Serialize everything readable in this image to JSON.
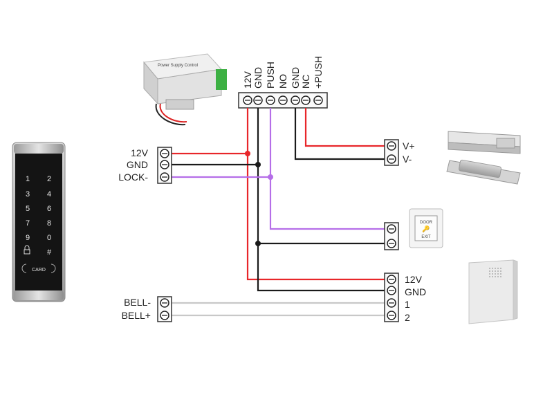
{
  "power_supply": {
    "title": "Power Supply Control",
    "terminals": [
      "12V",
      "GND",
      "PUSH",
      "NO",
      "GND",
      "NC",
      "+PUSH"
    ]
  },
  "keypad": {
    "keys": [
      "1",
      "2",
      "3",
      "4",
      "5",
      "6",
      "7",
      "8",
      "9",
      "0",
      "#"
    ],
    "card_label": "CARD",
    "terminals": [
      "12V",
      "GND",
      "LOCK-"
    ],
    "bell_terminals": [
      "BELL-",
      "BELL+"
    ]
  },
  "lock": {
    "terminals": [
      "V+",
      "V-"
    ]
  },
  "exit_button": {
    "label_top": "DOOR",
    "label_bottom": "EXIT"
  },
  "doorbell": {
    "terminals": [
      "12V",
      "GND",
      "1",
      "2"
    ]
  },
  "wire_colors": {
    "red": "#e8262a",
    "black": "#1a1a1a",
    "purple": "#b56ee8",
    "grey": "#c8c8c8"
  }
}
